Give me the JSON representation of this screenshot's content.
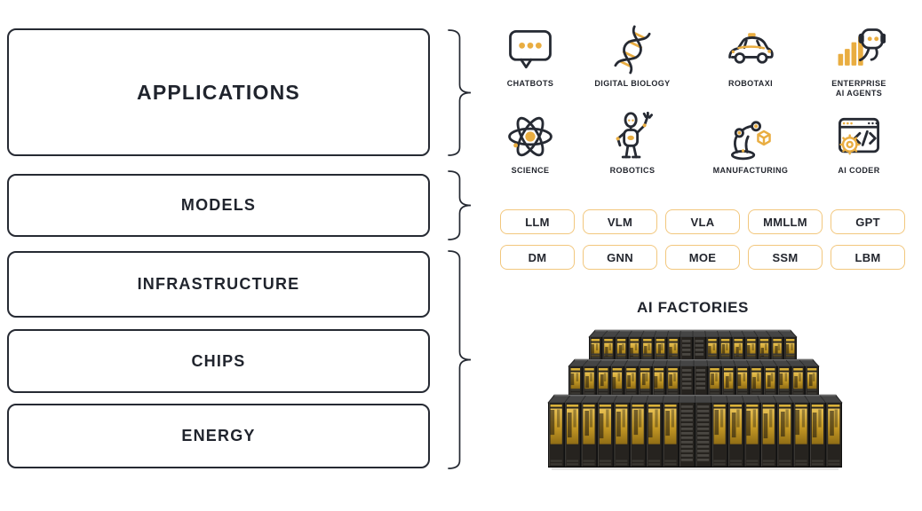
{
  "stack": {
    "boxes": [
      {
        "label": "APPLICATIONS"
      },
      {
        "label": "MODELS"
      },
      {
        "label": "INFRASTRUCTURE"
      },
      {
        "label": "CHIPS"
      },
      {
        "label": "ENERGY"
      }
    ]
  },
  "applications": {
    "items": [
      {
        "label": "CHATBOTS",
        "icon": "chat-bubble-icon"
      },
      {
        "label": "DIGITAL BIOLOGY",
        "icon": "dna-icon"
      },
      {
        "label": "ROBOTAXI",
        "icon": "robotaxi-car-icon"
      },
      {
        "label": "ENTERPRISE\nAI AGENTS",
        "icon": "robot-bar-chart-icon"
      },
      {
        "label": "SCIENCE",
        "icon": "atom-icon"
      },
      {
        "label": "ROBOTICS",
        "icon": "humanoid-robot-icon"
      },
      {
        "label": "MANUFACTURING",
        "icon": "robot-arm-icon"
      },
      {
        "label": "AI CODER",
        "icon": "code-window-gear-icon"
      }
    ]
  },
  "models": {
    "chips": [
      "LLM",
      "VLM",
      "VLA",
      "MMLLM",
      "GPT",
      "DM",
      "GNN",
      "MOE",
      "SSM",
      "LBM"
    ]
  },
  "ai_factories": {
    "title": "AI FACTORIES"
  },
  "colors": {
    "ink": "#23262E",
    "accent_gold": "#E9AD41",
    "chip_border": "#F2C77D",
    "server_gold": "#C79B26"
  }
}
